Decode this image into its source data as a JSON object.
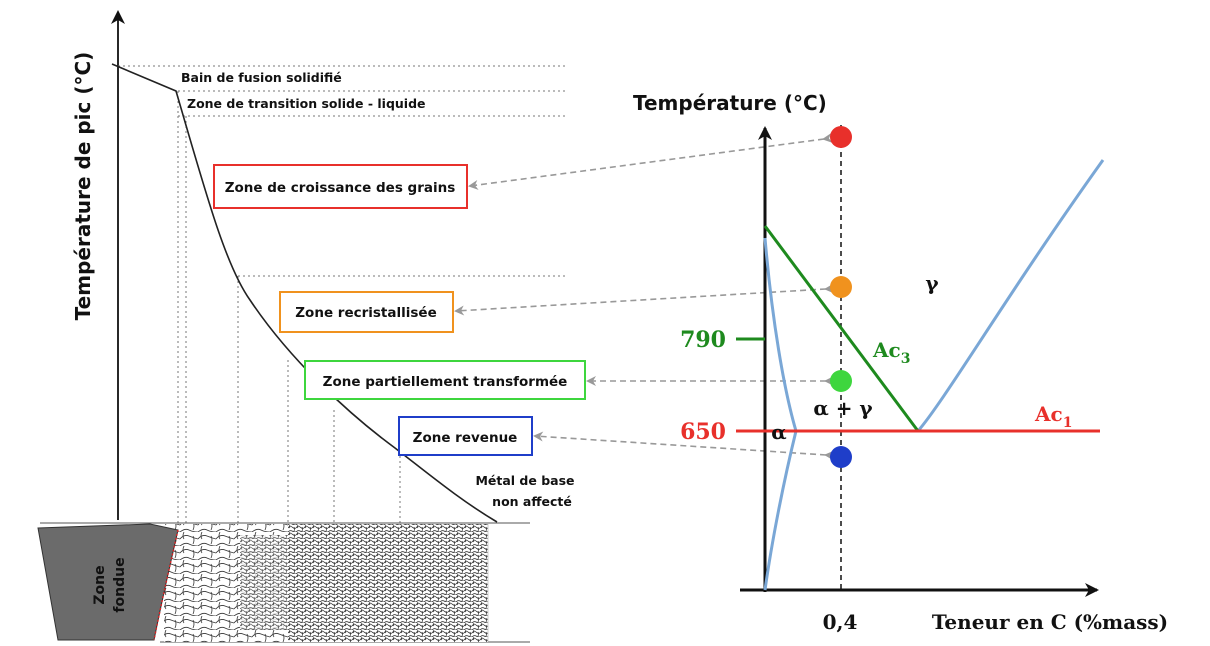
{
  "left_panel": {
    "y_axis_label": "Température de pic (°C)",
    "annotations": [
      "Bain de fusion solidifié",
      "Zone de transition solide - liquide"
    ],
    "base_metal_label": [
      "Métal de base",
      "non affecté"
    ],
    "fusion_zone_label": [
      "Zone",
      "fondue"
    ],
    "zones": [
      {
        "label": "Zone de croissance des grains",
        "color": "#e8302b"
      },
      {
        "label": "Zone recristallisée",
        "color": "#f0921e"
      },
      {
        "label": "Zone partiellement transformée",
        "color": "#3ed63e"
      },
      {
        "label": "Zone revenue",
        "color": "#1f3ec9"
      }
    ]
  },
  "right_panel": {
    "y_axis_label": "Température (°C)",
    "x_axis_label": "Teneur en C (%mass)",
    "x_tick": "0,4",
    "y_ticks": [
      {
        "label": "790",
        "color": "#1e8a1e"
      },
      {
        "label": "650",
        "color": "#e8302b"
      }
    ],
    "phase_labels": {
      "gamma": "γ",
      "alpha": "α",
      "alpha_gamma": "α + γ"
    },
    "line_labels": {
      "ac3": "Ac",
      "ac3_sub": "3",
      "ac1": "Ac",
      "ac1_sub": "1"
    },
    "colors": {
      "ac3": "#1e8a1e",
      "ac1": "#e8302b",
      "phase_boundary": "#7aa7d6"
    },
    "points": [
      {
        "zone": "Zone de croissance des grains",
        "color": "#e8302b"
      },
      {
        "zone": "Zone recristallisée",
        "color": "#f0921e"
      },
      {
        "zone": "Zone partiellement transformée",
        "color": "#3ed63e"
      },
      {
        "zone": "Zone revenue",
        "color": "#1f3ec9"
      }
    ]
  }
}
